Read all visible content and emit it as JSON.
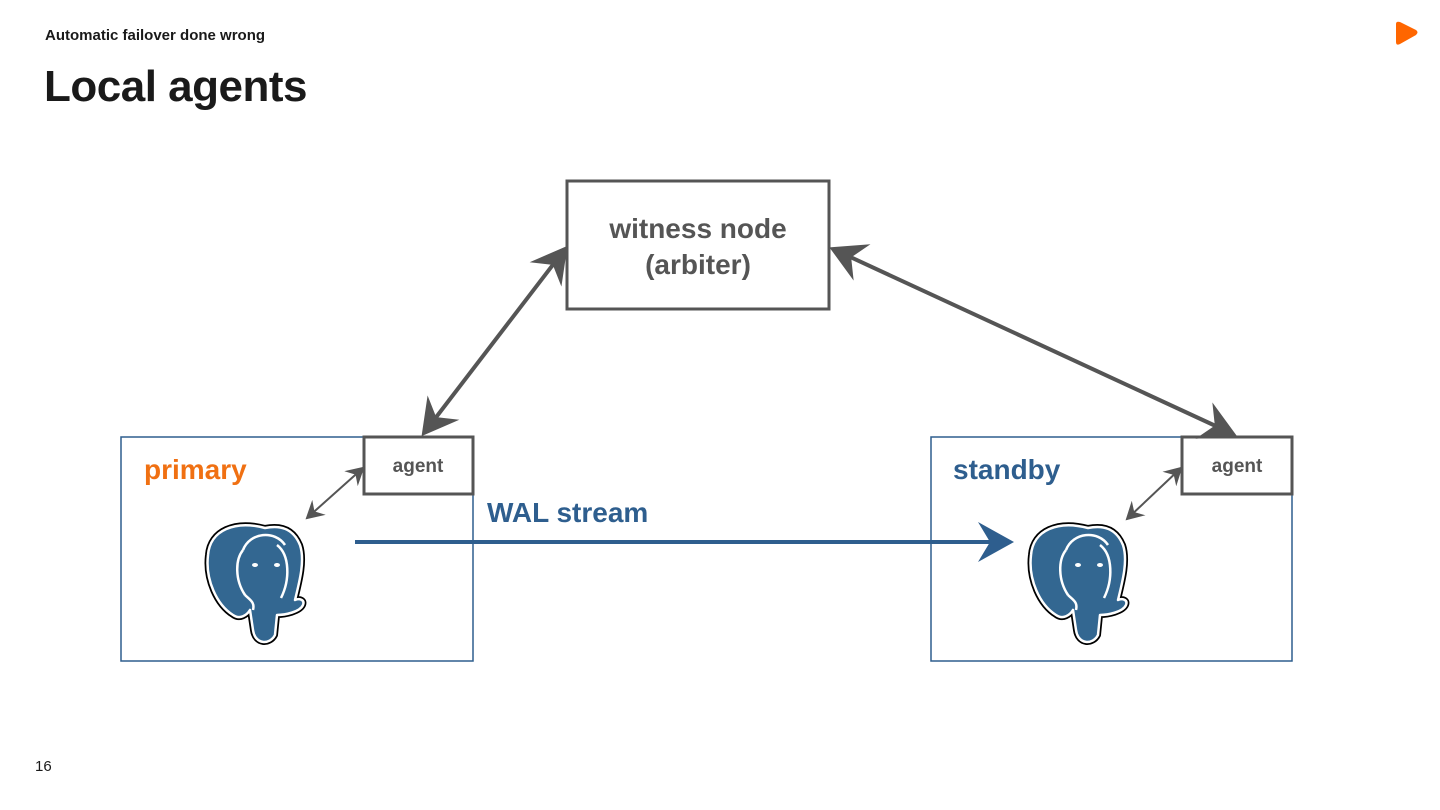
{
  "header": {
    "subtitle": "Automatic failover done wrong",
    "title": "Local agents"
  },
  "footer": {
    "page_number": "16"
  },
  "logo": {
    "icon": "orange-triangle-logo-icon",
    "color": "#FF6600"
  },
  "diagram": {
    "witness": {
      "line1": "witness node",
      "line2": "(arbiter)"
    },
    "primary": {
      "label": "primary",
      "agent_label": "agent",
      "icon": "postgresql-elephant-icon"
    },
    "standby": {
      "label": "standby",
      "agent_label": "agent",
      "icon": "postgresql-elephant-icon"
    },
    "wal_label": "WAL stream",
    "colors": {
      "primary_label": "#F07012",
      "standby_label": "#2E5E8E",
      "wal": "#2E5E8E",
      "node_border": "#2E5E8E",
      "box_gray": "#555555",
      "elephant": "#336791"
    }
  }
}
